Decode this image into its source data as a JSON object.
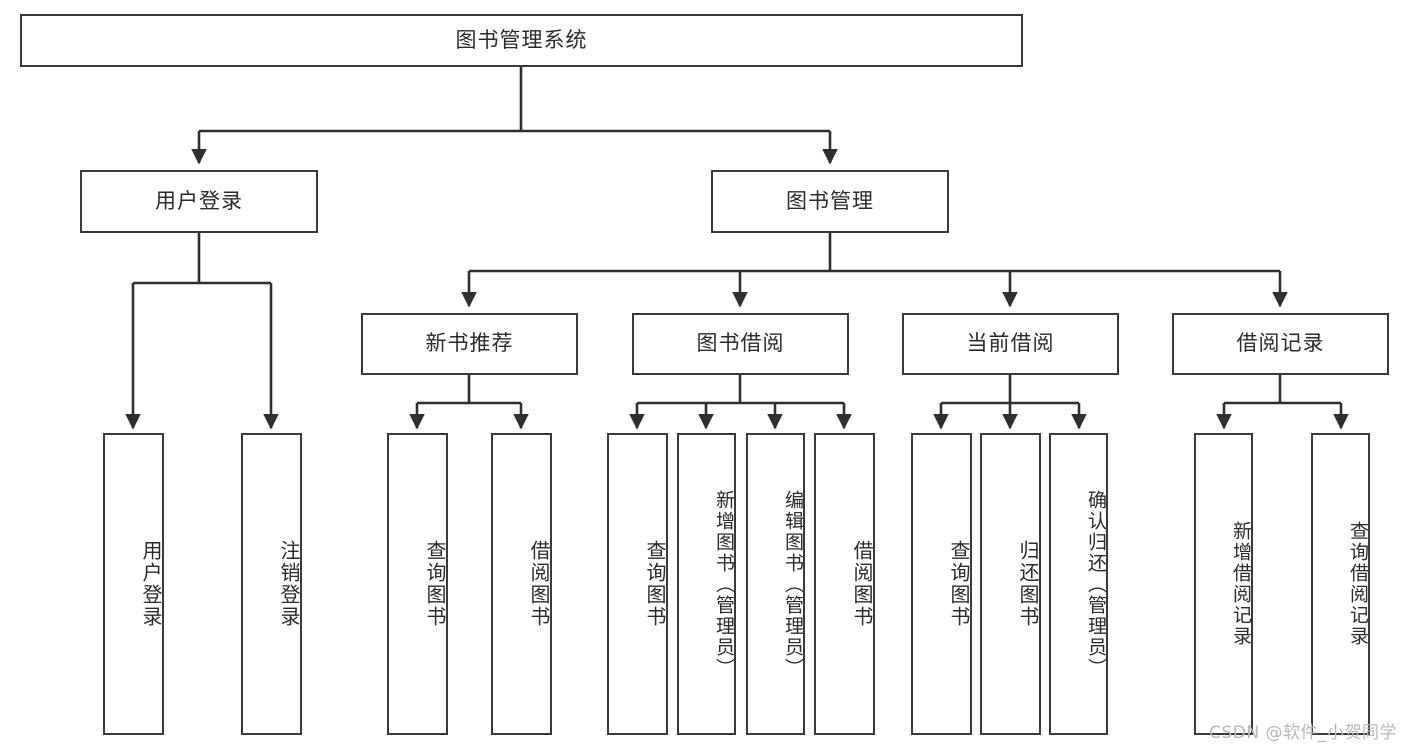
{
  "diagram": {
    "title": "图书管理系统",
    "watermark": "CSDN @软件_小贺同学",
    "colors": {
      "box_border": "#3a3a3a",
      "box_fill": "#ffffff",
      "text": "#2b2b2b",
      "connector": "#2f2f2f",
      "watermark": "#b8b8b8",
      "background": "#ffffff"
    },
    "nodes": {
      "root": {
        "label": "图书管理系统",
        "orientation": "horizontal"
      },
      "user_login": {
        "label": "用户登录",
        "orientation": "horizontal"
      },
      "book_manage": {
        "label": "图书管理",
        "orientation": "horizontal"
      },
      "new_book_rec": {
        "label": "新书推荐",
        "orientation": "horizontal"
      },
      "book_borrow": {
        "label": "图书借阅",
        "orientation": "horizontal"
      },
      "current_borrow": {
        "label": "当前借阅",
        "orientation": "horizontal"
      },
      "borrow_record": {
        "label": "借阅记录",
        "orientation": "horizontal"
      },
      "leaf_user_login": {
        "label": "用户登录",
        "orientation": "vertical"
      },
      "leaf_logout": {
        "label": "注销登录",
        "orientation": "vertical"
      },
      "leaf_query_book_a": {
        "label": "查询图书",
        "orientation": "vertical"
      },
      "leaf_borrow_book_a": {
        "label": "借阅图书",
        "orientation": "vertical"
      },
      "leaf_query_book_b": {
        "label": "查询图书",
        "orientation": "vertical"
      },
      "leaf_add_book": {
        "label": "新增图书（管理员）",
        "orientation": "vertical"
      },
      "leaf_edit_book": {
        "label": "编辑图书（管理员）",
        "orientation": "vertical"
      },
      "leaf_borrow_book_b": {
        "label": "借阅图书",
        "orientation": "vertical"
      },
      "leaf_query_book_c": {
        "label": "查询图书",
        "orientation": "vertical"
      },
      "leaf_return_book": {
        "label": "归还图书",
        "orientation": "vertical"
      },
      "leaf_confirm_return": {
        "label": "确认归还（管理员）",
        "orientation": "vertical"
      },
      "leaf_add_record": {
        "label": "新增借阅记录",
        "orientation": "vertical"
      },
      "leaf_query_record": {
        "label": "查询借阅记录",
        "orientation": "vertical"
      }
    },
    "edges": [
      {
        "from": "root",
        "to": "user_login"
      },
      {
        "from": "root",
        "to": "book_manage"
      },
      {
        "from": "user_login",
        "to": "leaf_user_login"
      },
      {
        "from": "user_login",
        "to": "leaf_logout"
      },
      {
        "from": "book_manage",
        "to": "new_book_rec"
      },
      {
        "from": "book_manage",
        "to": "book_borrow"
      },
      {
        "from": "book_manage",
        "to": "current_borrow"
      },
      {
        "from": "book_manage",
        "to": "borrow_record"
      },
      {
        "from": "new_book_rec",
        "to": "leaf_query_book_a"
      },
      {
        "from": "new_book_rec",
        "to": "leaf_borrow_book_a"
      },
      {
        "from": "book_borrow",
        "to": "leaf_query_book_b"
      },
      {
        "from": "book_borrow",
        "to": "leaf_add_book"
      },
      {
        "from": "book_borrow",
        "to": "leaf_edit_book"
      },
      {
        "from": "book_borrow",
        "to": "leaf_borrow_book_b"
      },
      {
        "from": "current_borrow",
        "to": "leaf_query_book_c"
      },
      {
        "from": "current_borrow",
        "to": "leaf_return_book"
      },
      {
        "from": "current_borrow",
        "to": "leaf_confirm_return"
      },
      {
        "from": "borrow_record",
        "to": "leaf_add_record"
      },
      {
        "from": "borrow_record",
        "to": "leaf_query_record"
      }
    ]
  }
}
